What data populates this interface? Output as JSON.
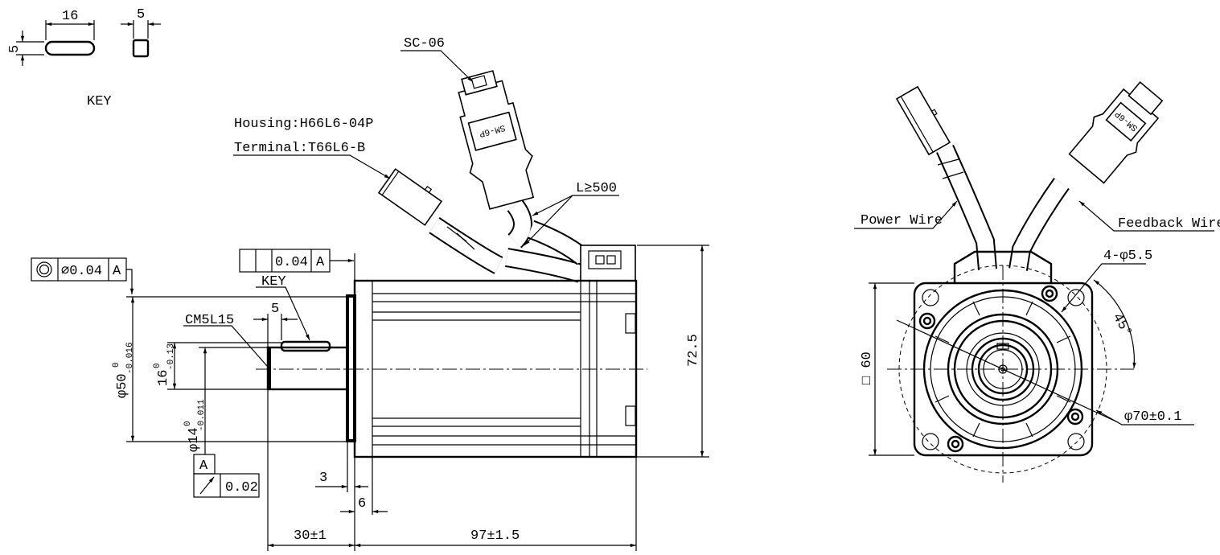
{
  "key_detail": {
    "length": "16",
    "width": "5",
    "height": "5",
    "label": "KEY"
  },
  "side_view": {
    "connector_label": "SC-06",
    "housing": "Housing:H66L6-04P",
    "terminal": "Terminal:T66L6-B",
    "cable_length": "L≥500",
    "connector_marking": "SM-6P",
    "coaxiality_frame": {
      "tolerance": "∅0.04",
      "datum": "A"
    },
    "perpendicularity_frame": {
      "tolerance": "0.04",
      "datum": "A"
    },
    "key_label": "KEY",
    "thread": "CM5L15",
    "key_offset": "5",
    "pilot_dia": {
      "main": "φ50",
      "upper": "0",
      "lower": "-0.016"
    },
    "key_height": {
      "main": "16",
      "upper": "0",
      "lower": "-0.13"
    },
    "shaft_dia": {
      "main": "φ14",
      "upper": "0",
      "lower": "-0.011"
    },
    "datum": "A",
    "runout_frame": {
      "tolerance": "0.02"
    },
    "flange_thickness": "3",
    "pilot_length": "6",
    "shaft_length": "30±1",
    "body_length": "97±1.5",
    "height": "72.5"
  },
  "front_view": {
    "power_wire": "Power Wire",
    "feedback_wire": "Feedback Wire",
    "holes": "4-φ5.5",
    "angle": "45°",
    "pcd": "φ70±0.1",
    "square": "□ 60",
    "connector_marking": "SM-6P"
  }
}
